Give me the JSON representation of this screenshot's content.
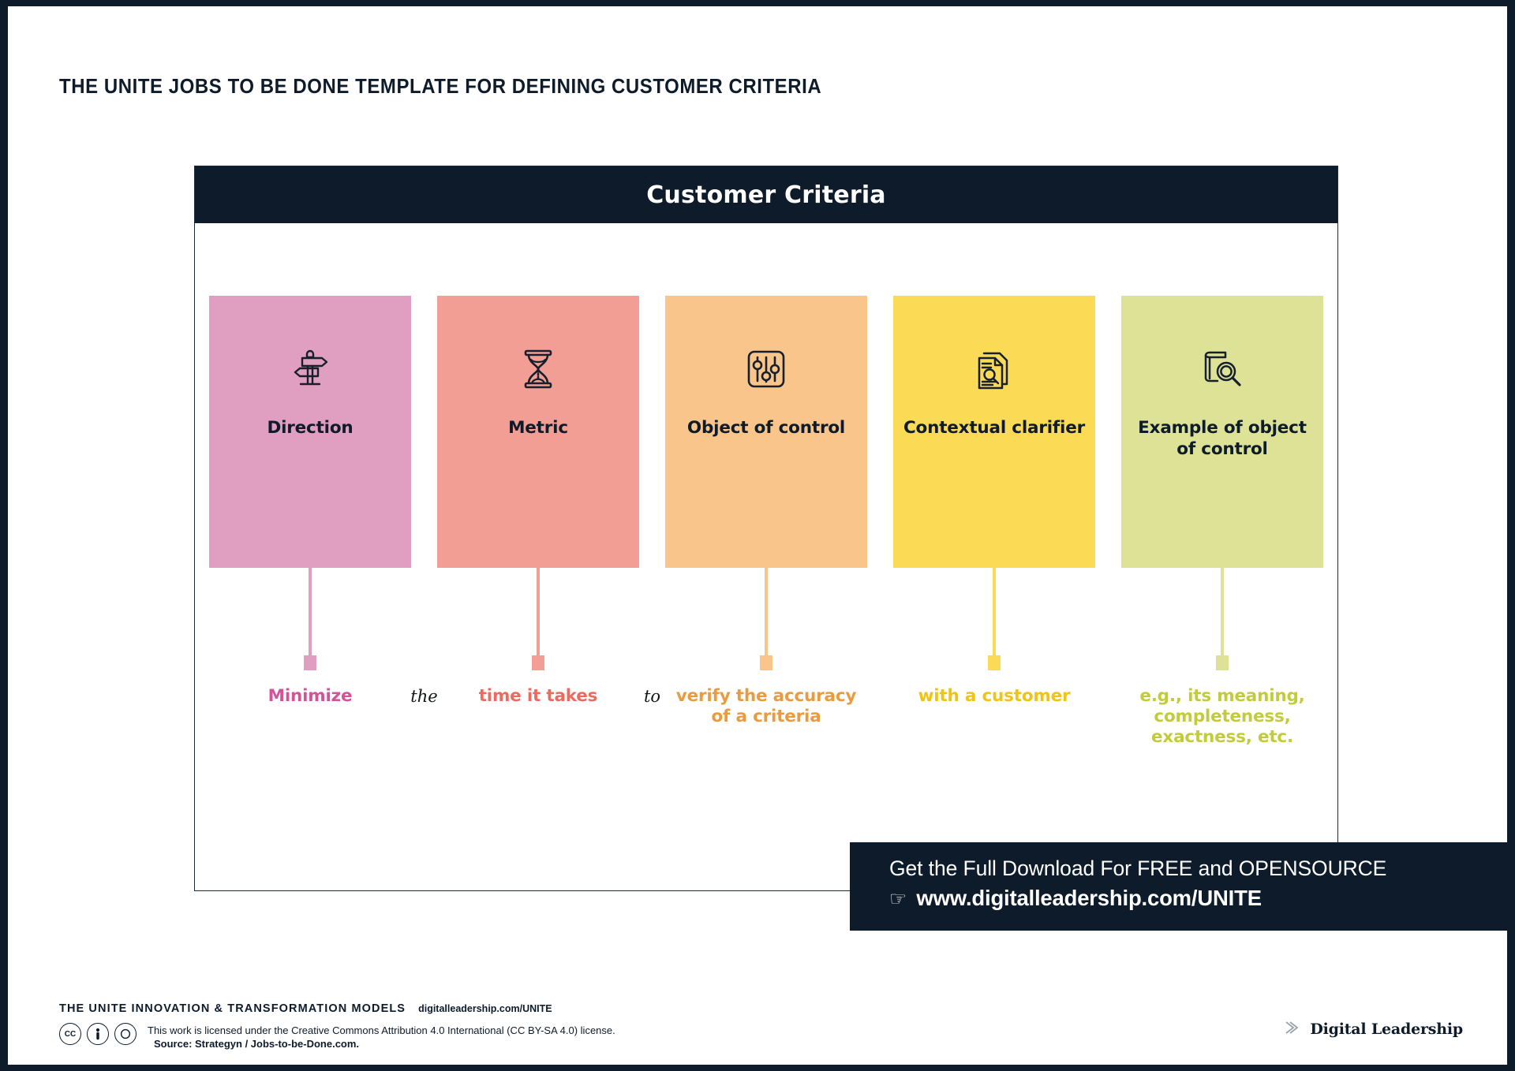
{
  "page": {
    "title": "THE UNITE JOBS TO BE DONE TEMPLATE FOR DEFINING CUSTOMER CRITERIA",
    "background_dark": "#0d1b2a",
    "background_light": "#ffffff"
  },
  "panel": {
    "header_title": "Customer Criteria",
    "header_bg": "#0d1b2a",
    "header_text_color": "#ffffff",
    "border_color": "#1b2b3a"
  },
  "columns": [
    {
      "id": "direction",
      "label": "Direction",
      "icon": "signpost-icon",
      "card_color": "#e09ec0",
      "stem_color": "#e09ec0",
      "fragment": "Minimize",
      "fragment_color": "#d4529a",
      "joiner_after": "the"
    },
    {
      "id": "metric",
      "label": "Metric",
      "icon": "hourglass-icon",
      "card_color": "#f29e94",
      "stem_color": "#f29e94",
      "fragment": "time it takes",
      "fragment_color": "#ef6a5d",
      "joiner_after": "to"
    },
    {
      "id": "object-of-control",
      "label": "Object of control",
      "icon": "sliders-icon",
      "card_color": "#fac58a",
      "stem_color": "#fac58a",
      "fragment": "verify the accuracy of a criteria",
      "fragment_color": "#eb9a3e",
      "joiner_after": ""
    },
    {
      "id": "contextual-clarifier",
      "label": "Contextual clarifier",
      "icon": "document-search-icon",
      "card_color": "#fbdb56",
      "stem_color": "#fbdb56",
      "fragment": "with a customer",
      "fragment_color": "#f2c313",
      "joiner_after": ""
    },
    {
      "id": "example-of-object-of-control",
      "label": "Example of object of control",
      "icon": "book-search-icon",
      "card_color": "#dde297",
      "stem_color": "#dde297",
      "fragment": "e.g., its meaning, completeness, exactness, etc.",
      "fragment_color": "#c2cc3a",
      "joiner_after": ""
    }
  ],
  "cta": {
    "line1": "Get the Full Download For FREE and OPENSOURCE",
    "url": "www.digitalleadership.com/UNITE",
    "pointer_icon": "pointing-hand-icon",
    "bg": "#0d1b2a"
  },
  "footer": {
    "brand": "THE UNITE INNOVATION & TRANSFORMATION MODELS",
    "site": "digitalleadership.com/UNITE",
    "license": "This work is licensed under the Creative Commons Attribution 4.0 International (CC BY-SA 4.0) license.",
    "source": "Source: Strategyn / Jobs-to-be-Done.com.",
    "badges": [
      "CC",
      "BY",
      "SA"
    ],
    "logo_name": "Digital Leadership",
    "logo_icon": "chevron-right-icon"
  }
}
